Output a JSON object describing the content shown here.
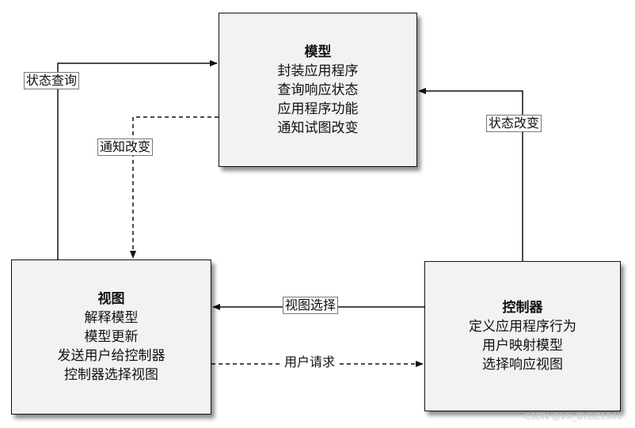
{
  "model": {
    "title": "模型",
    "lines": [
      "封装应用程序",
      "查询响应状态",
      "应用程序功能",
      "通知试图改变"
    ]
  },
  "view": {
    "title": "视图",
    "lines": [
      "解释模型",
      "模型更新",
      "发送用户给控制器",
      "控制器选择视图"
    ]
  },
  "controller": {
    "title": "控制器",
    "lines": [
      "定义应用程序行为",
      "用户映射模型",
      "选择响应视图"
    ]
  },
  "edges": {
    "status_query": "状态查询",
    "notify_change": "通知改变",
    "status_change": "状态改变",
    "view_select": "视图选择",
    "user_request": "用户请求"
  },
  "watermark": "CSDN @VX_BYDZ1966"
}
